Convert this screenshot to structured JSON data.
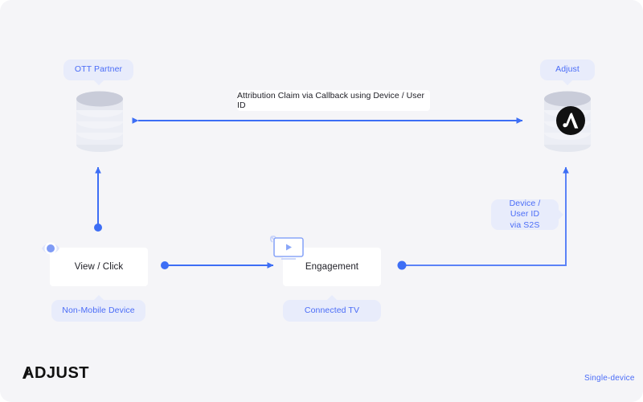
{
  "canvas": {
    "background": "#f5f5f8",
    "accent": "#4a6cf7",
    "pill_bg": "#e8ecfb",
    "db_body": "#eceef5",
    "db_top": "#c9ccd9"
  },
  "nodes": {
    "ott_partner": {
      "label": "OTT Partner",
      "icon": "database-icon"
    },
    "adjust": {
      "label": "Adjust",
      "icon": "database-icon",
      "badge": "adjust-logo-icon"
    },
    "view_click": {
      "label": "View / Click",
      "icon": "eye-icon",
      "device_label": "Non-Mobile Device"
    },
    "engagement": {
      "label": "Engagement",
      "icon": "connected-tv-icon",
      "device_label": "Connected TV"
    }
  },
  "edges": {
    "attribution_claim": "Attribution Claim via Callback using Device / User ID",
    "s2s": "Device / User ID\nvia S2S",
    "s2s_line1": "Device / User ID",
    "s2s_line2": "via S2S"
  },
  "footer": {
    "brand": "ADJUST",
    "note": "Single-device"
  }
}
